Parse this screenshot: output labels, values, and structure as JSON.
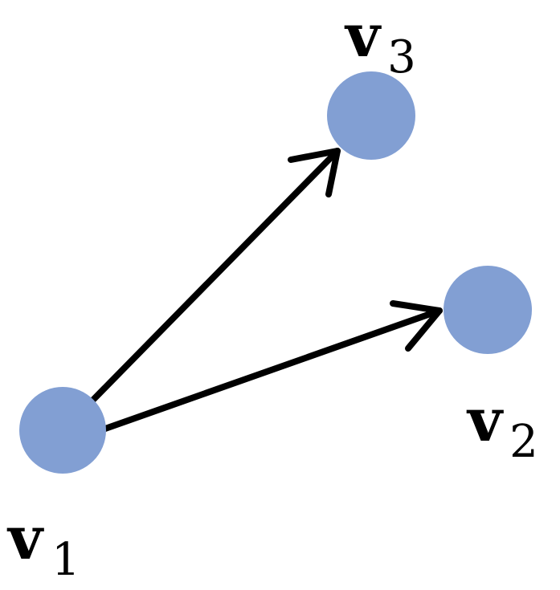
{
  "colors": {
    "node_fill": "#829fd3",
    "edge": "#000000",
    "background": "#ffffff"
  },
  "nodes": [
    {
      "id": "v1",
      "letter": "v",
      "subscript": "1"
    },
    {
      "id": "v2",
      "letter": "v",
      "subscript": "2"
    },
    {
      "id": "v3",
      "letter": "v",
      "subscript": "3"
    }
  ],
  "edges": [
    {
      "from": "v1",
      "to": "v3",
      "directed": true
    },
    {
      "from": "v1",
      "to": "v2",
      "directed": true
    }
  ]
}
